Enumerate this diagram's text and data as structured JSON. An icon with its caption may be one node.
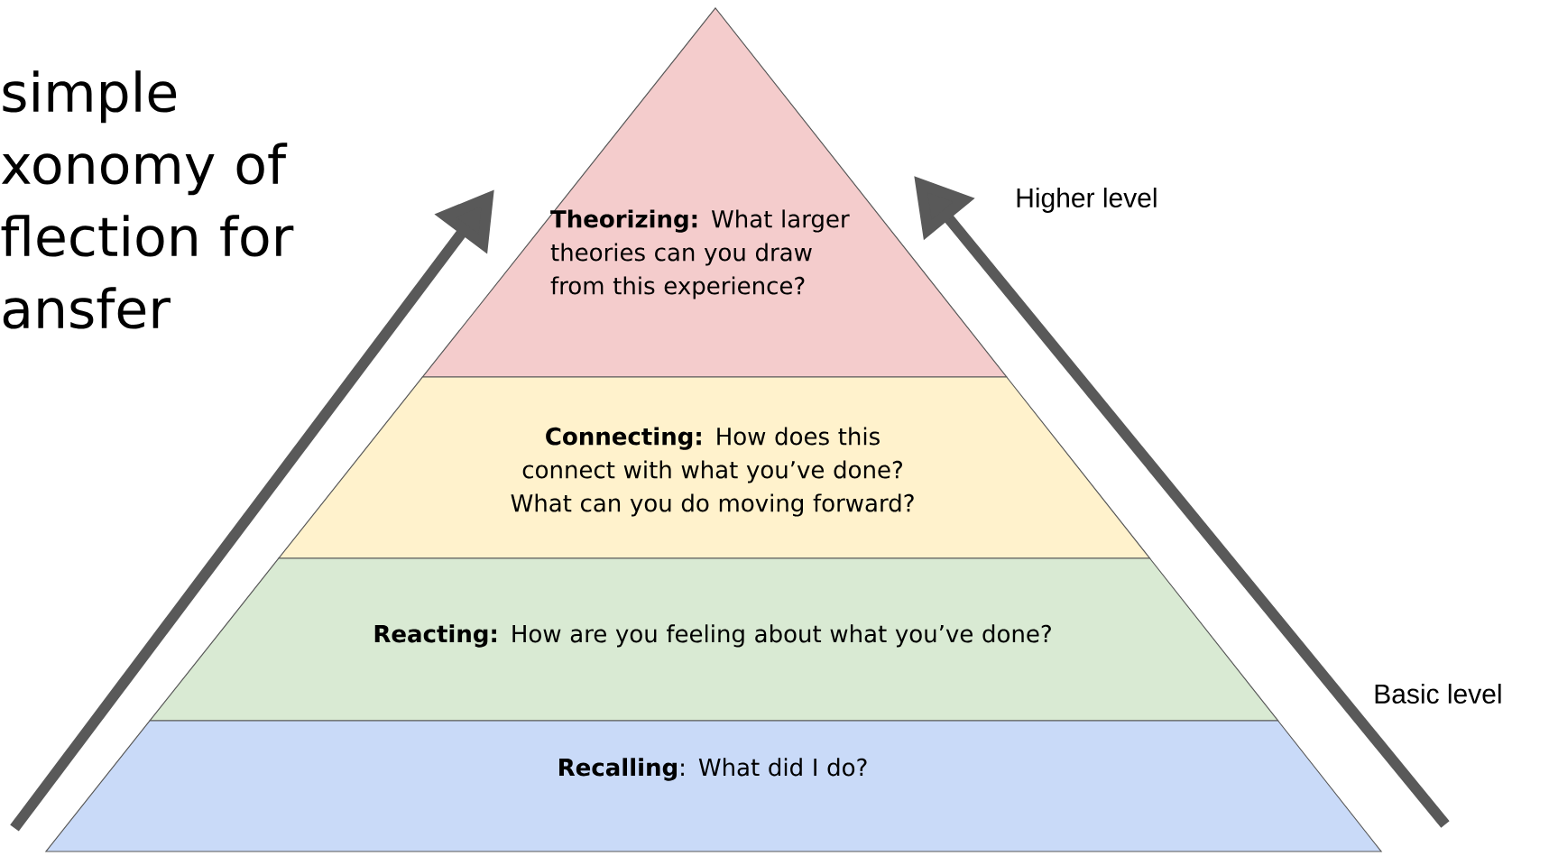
{
  "diagram": {
    "title": "simple xonomy of flection for ansfer",
    "nodes": [
      {
        "text": [
          "**Theorizing:** What larger theories can you draw from this experience?"
        ]
      },
      {
        "text": [
          "**Connecting:** How does this connect with what you’ve done? What can you do moving forward?"
        ]
      },
      {
        "text": [
          "**Reacting:** How are you feeling about what you’ve done?"
        ]
      },
      {
        "text": [
          "**Recalling**: What did I do?"
        ]
      }
    ],
    "labels": [
      "Higher level",
      "Basic level"
    ]
  }
}
